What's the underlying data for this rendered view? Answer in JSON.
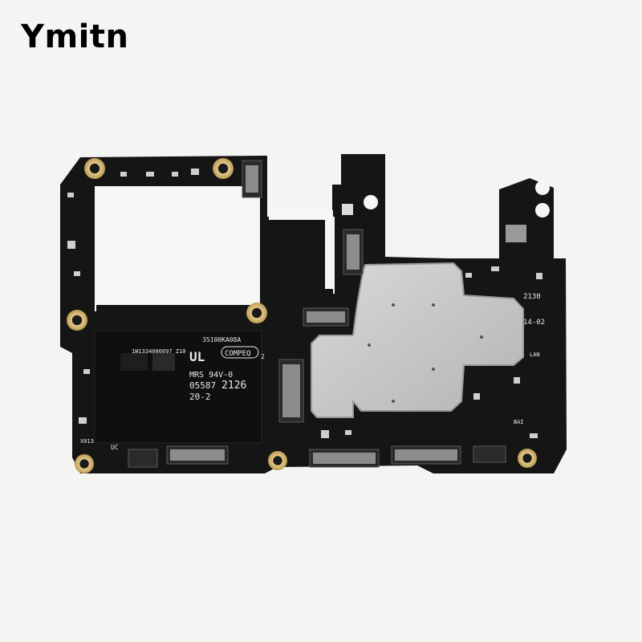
{
  "brand": {
    "text": "Ymitn"
  },
  "board": {
    "label_top_left": "35100KA08A",
    "label_top_id": "1W1334006097  Z10",
    "ul_mark": "UL",
    "compeq": "COMPEQ",
    "compeq_sub": "2",
    "mrs": "MRS 94V-0",
    "lot_1": "05587",
    "lot_2": "2126",
    "lot_3": "20-2",
    "side_code": "2130",
    "side_code_2": "14-02",
    "small_label_uc": "UC",
    "small_label_x": "X013",
    "small_label_bai": "BAI",
    "small_label_lan": "LAN"
  }
}
